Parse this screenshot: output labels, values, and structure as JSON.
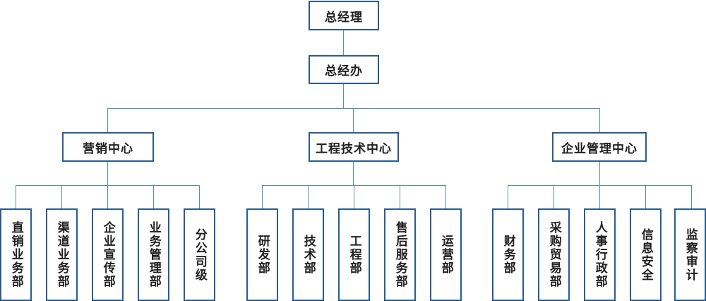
{
  "colors": {
    "border": "#2a5d8e",
    "connector": "#5b8bbd",
    "text": "#1f1f1f",
    "background": "#ffffff"
  },
  "root": "总经理",
  "office": "总经办",
  "centers": [
    {
      "name": "营销中心",
      "departments": [
        "直销业务部",
        "渠道业务部",
        "企业宣传部",
        "业务管理部",
        "分公司级"
      ]
    },
    {
      "name": "工程技术中心",
      "departments": [
        "研发部",
        "技术部",
        "工程部",
        "售后服务部",
        "运营部"
      ]
    },
    {
      "name": "企业管理中心",
      "departments": [
        "财务部",
        "采购贸易部",
        "人事行政部",
        "信息安全",
        "监察审计"
      ]
    }
  ]
}
